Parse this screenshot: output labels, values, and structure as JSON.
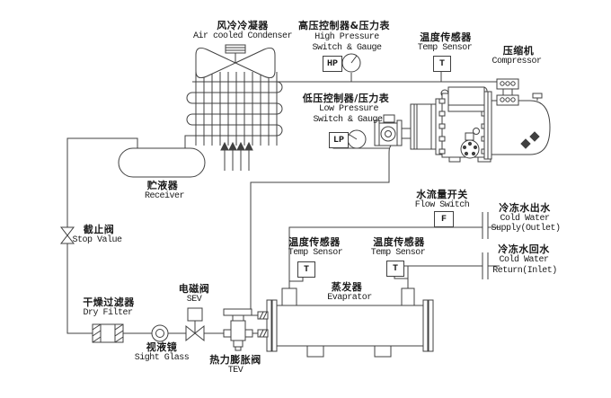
{
  "colors": {
    "line": "#404040",
    "text": "#1a1a1a",
    "background": "#ffffff"
  },
  "components": {
    "condenser": {
      "zh": "风冷冷凝器",
      "en": "Air cooled Condenser"
    },
    "high_pressure": {
      "zh": "高压控制器&压力表",
      "en_line1": "High Pressure",
      "en_line2": "Switch & Gauge",
      "tag": "HP"
    },
    "discharge_temp_sensor": {
      "zh": "温度传感器",
      "en": "Temp Sensor",
      "tag": "T"
    },
    "compressor": {
      "zh": "压缩机",
      "en": "Compressor"
    },
    "low_pressure": {
      "zh": "低压控制器/压力表",
      "en_line1": "Low Pressure",
      "en_line2": "Switch & Gauge",
      "tag": "LP"
    },
    "receiver": {
      "zh": "贮液器",
      "en": "Receiver"
    },
    "stop_valve": {
      "zh": "截止阀",
      "en": "Stop Value"
    },
    "flow_switch": {
      "zh": "水流量开关",
      "en": "Flow Switch",
      "tag": "F"
    },
    "cold_water_supply": {
      "zh": "冷冻水出水",
      "en_line1": "Cold Water",
      "en_line2": "Supply(Outlet)"
    },
    "evap_temp_sensor_left": {
      "zh": "温度传感器",
      "en": "Temp Sensor",
      "tag": "T"
    },
    "evap_temp_sensor_right": {
      "zh": "温度传感器",
      "en": "Temp Sensor",
      "tag": "T"
    },
    "cold_water_return": {
      "zh": "冷冻水回水",
      "en_line1": "Cold Water",
      "en_line2": "Return(Inlet)"
    },
    "evaporator": {
      "zh": "蒸发器",
      "en": "Evaprator"
    },
    "dry_filter": {
      "zh": "干燥过滤器",
      "en": "Dry Filter"
    },
    "solenoid_valve": {
      "zh": "电磁阀",
      "en": "SEV"
    },
    "sight_glass": {
      "zh": "视液镜",
      "en": "Sight Glass"
    },
    "expansion_valve": {
      "zh": "热力膨胀阀",
      "en": "TEV"
    }
  }
}
